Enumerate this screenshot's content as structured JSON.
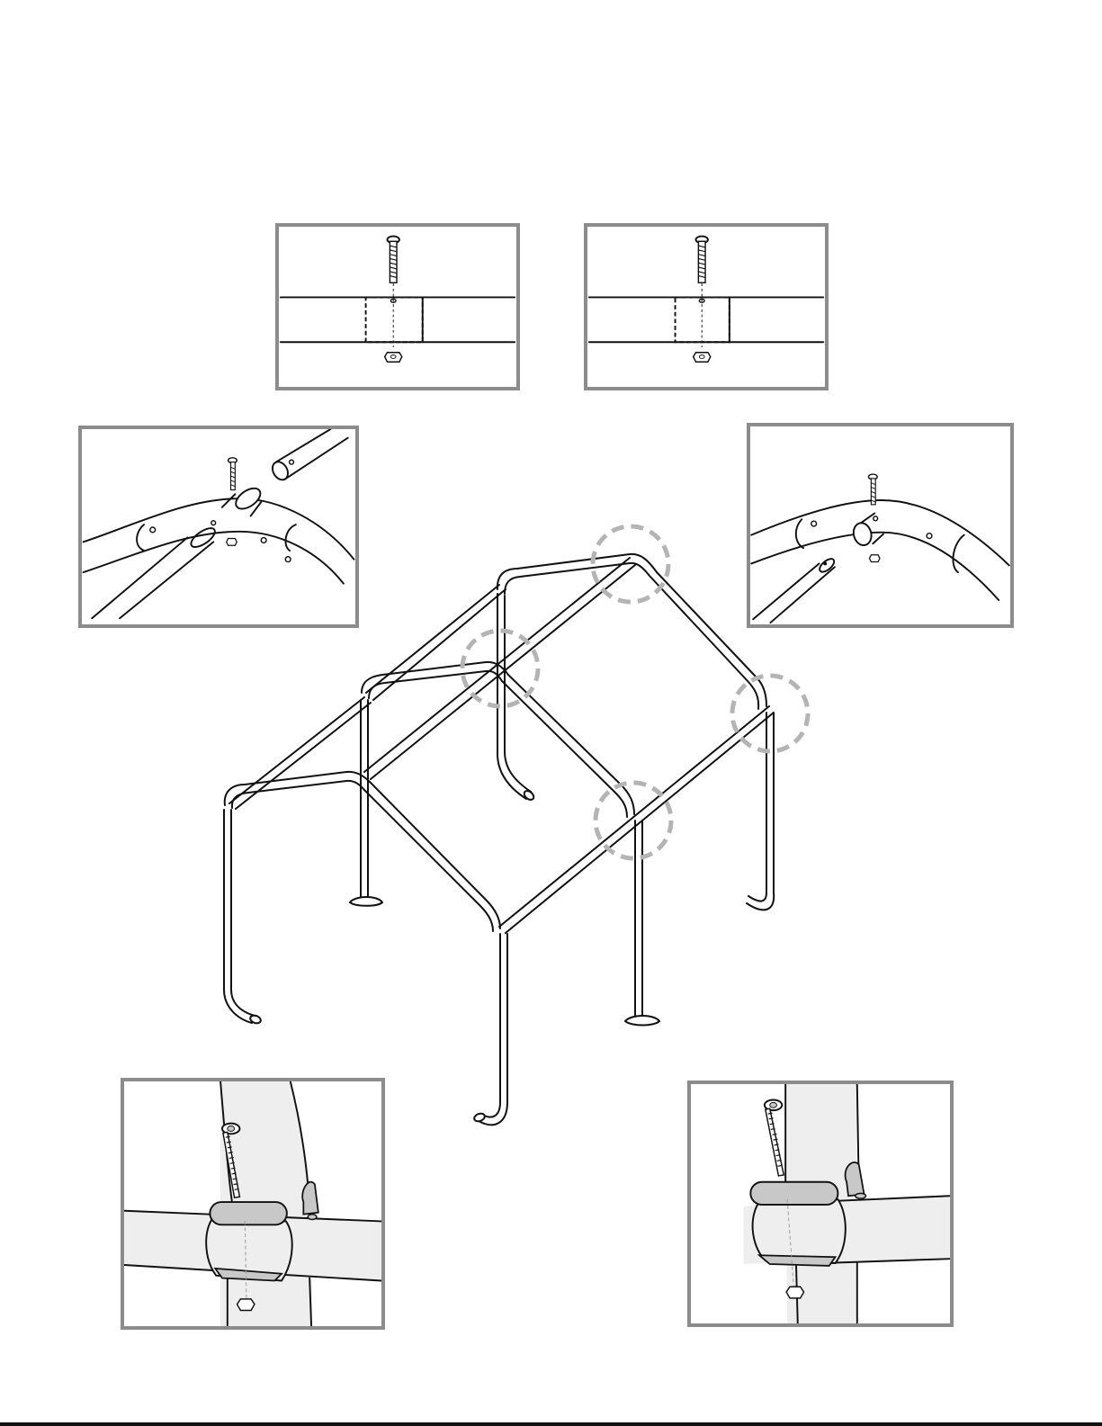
{
  "figure": {
    "kind": "assembly diagram",
    "callout_circles": 5,
    "detail_panels": [
      "straight-joint-left",
      "straight-joint-right",
      "ridge-corner-left",
      "ridge-corner-right",
      "clamp-bracket-left",
      "clamp-bracket-right"
    ]
  },
  "colors": {
    "line": "#111111",
    "panel_border": "#8c8c8c",
    "callout_dash": "#b4b4b4",
    "tube_fill": "#eeeeee",
    "bracket_fill": "#c8c8c8"
  }
}
